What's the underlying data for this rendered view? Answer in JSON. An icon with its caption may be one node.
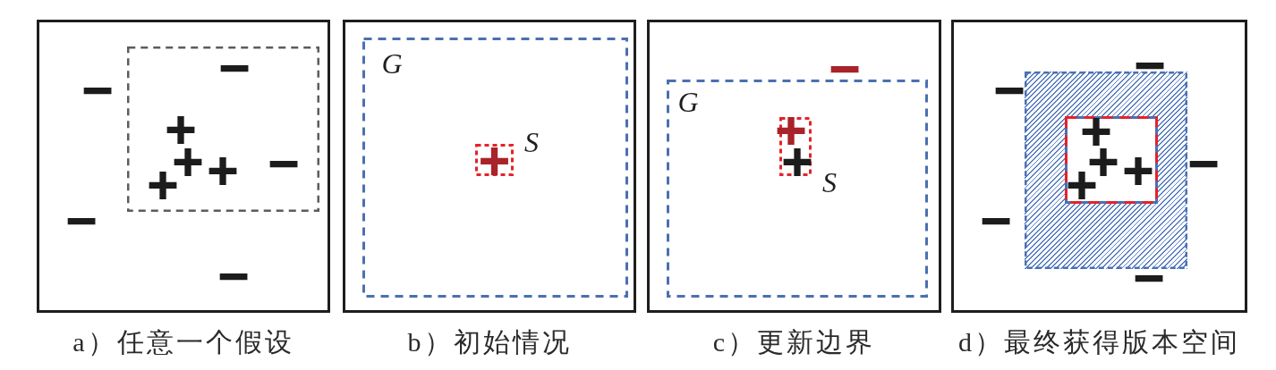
{
  "diagram": {
    "nodes": [
      {
        "text": [
          "−",
          "−",
          "−",
          "a）任意一个假设"
        ]
      },
      {
        "text": [
          "−",
          "+",
          "+",
          "+",
          "−",
          "+"
        ],
        "in": 0
      },
      {
        "text": [
          "b）初始情况"
        ]
      },
      {
        "text": [
          "G"
        ],
        "in": 2
      },
      {
        "text": [
          "+"
        ],
        "beside": [
          "S"
        ],
        "in": 3
      },
      {
        "text": [
          "−",
          "c）更新边界"
        ]
      },
      {
        "text": [
          "G"
        ],
        "in": 5
      },
      {
        "text": [
          "+",
          "+"
        ],
        "beside": [
          "S"
        ],
        "in": 6
      },
      {
        "text": [
          "−",
          "−",
          "−",
          "−",
          "−",
          "d）最终获得版本空间"
        ]
      },
      {
        "text": [],
        "shape": "box",
        "in": 8
      },
      {
        "text": [
          "+",
          "+",
          "+",
          "+"
        ],
        "in": 9
      }
    ]
  }
}
